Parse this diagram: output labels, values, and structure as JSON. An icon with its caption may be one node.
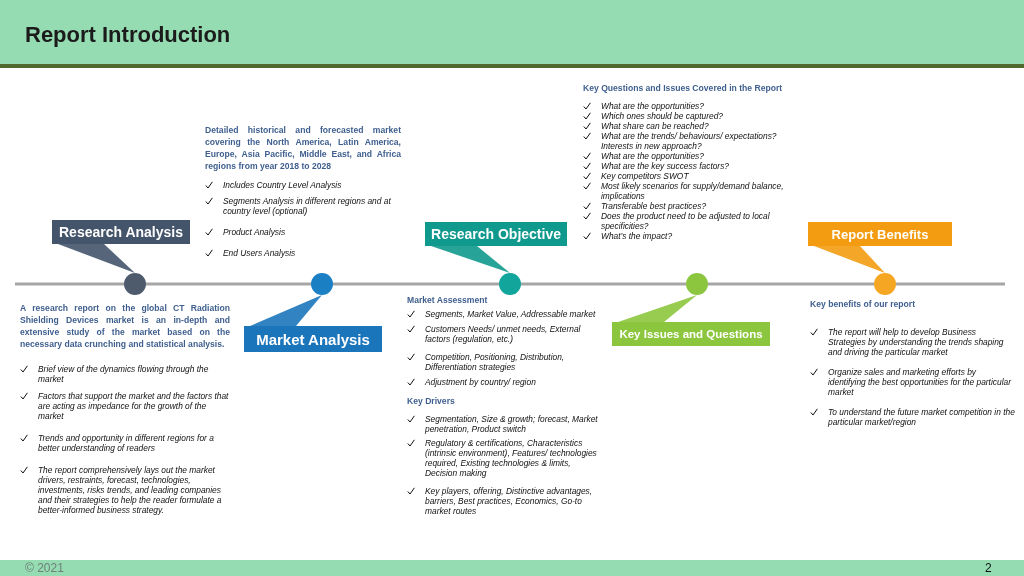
{
  "diagram": {
    "title": "Report Introduction",
    "nodes": [
      {
        "text": [
          "Research Analysis"
        ]
      },
      {
        "text": [
          "Market Analysis"
        ]
      },
      {
        "text": [
          "Research Objective"
        ]
      },
      {
        "text": [
          "Key Issues and Questions"
        ]
      },
      {
        "text": [
          "Report Benefits"
        ]
      },
      {
        "text": [],
        "shape": "circle"
      },
      {
        "text": [],
        "shape": "circle"
      },
      {
        "text": [],
        "shape": "circle"
      },
      {
        "text": [],
        "shape": "circle"
      },
      {
        "text": [],
        "shape": "circle"
      }
    ],
    "edges": [
      {
        "from": 0,
        "to": 5,
        "arrow": "none"
      },
      {
        "from": 1,
        "to": 6,
        "arrow": "none"
      },
      {
        "from": 2,
        "to": 7,
        "arrow": "none"
      },
      {
        "from": 3,
        "to": 8,
        "arrow": "none"
      },
      {
        "from": 4,
        "to": 9,
        "arrow": "none"
      },
      {
        "from": 5,
        "to": 6,
        "arrow": "none"
      },
      {
        "from": 6,
        "to": 7,
        "arrow": "none"
      },
      {
        "from": 7,
        "to": 8,
        "arrow": "none"
      },
      {
        "from": 8,
        "to": 9,
        "arrow": "none"
      }
    ],
    "labels": [
      "Key Questions and Issues Covered in the Report",
      "What are the opportunities?",
      "Which ones should be captured?",
      "What share can be reached?",
      "What are the trends/ behaviours/ expectations? Interests in new approach?",
      "What are the opportunities?",
      "What are the key success factors?",
      "Key competitors SWOT",
      "Most likely scenarios for supply/demand balance, implications",
      "Transferable best practices?",
      "Does the product need to be adjusted to local specificities?",
      "What’s the impact?",
      "Detailed historical and forecasted market covering the North America, Latin America, Europe, Asia Pacific, Middle East, and Africa regions from year 2018 to 2028",
      "Includes Country Level Analysis",
      "Segments Analysis in different regions and at country level (optional)",
      "Product Analysis",
      "End Users Analysis",
      "A research report on the global CT Radiation Shielding Devices market is an in-depth and extensive study of the market based on the necessary data crunching and statistical analysis.",
      "Brief view of the dynamics flowing through the market",
      "Factors that support the market and the factors that are acting as impedance for the growth of the market",
      "Trends and opportunity in different regions for a better understanding of readers",
      "The report comprehensively lays out the market drivers, restraints, forecast, technologies, investments, risks trends, and leading companies and their strategies to help the reader formulate a better-informed business strategy.",
      "Market Assessment",
      "Segments, Market Value, Addressable market",
      "Customers Needs/ unmet needs, External factors (regulation, etc.)",
      "Competition, Positioning, Distribution, Differentiation strategies",
      "Adjustment by country/ region",
      "Key Drivers",
      "Segmentation, Size & growth; forecast, Market penetration, Product switch",
      "Regulatory & certifications, Characteristics (intrinsic environment), Features/ technologies required, Existing technologies & limits, Decision making",
      "Key players, offering, Distinctive advantages, barriers, Best practices, Economics, Go-to market routes",
      "Key benefits of our report",
      "The report will help to develop Business Strategies by understanding the trends shaping and driving the particular market",
      "Organize sales and marketing efforts by identifying the best opportunities for the particular market",
      "To understand the future market competition in the particular market/region",
      "© 2021",
      "2"
    ]
  }
}
